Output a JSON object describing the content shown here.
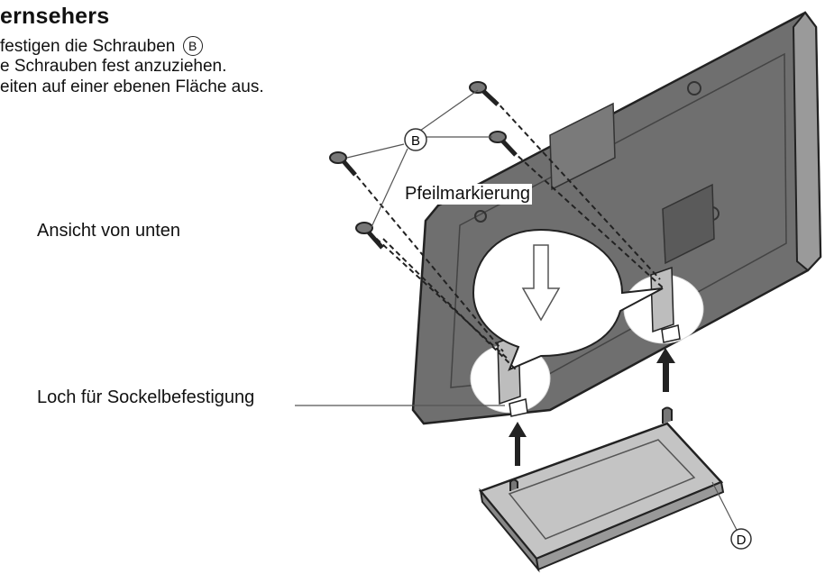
{
  "heading": {
    "title": "ernsehers",
    "line1": "festigen die Schrauben",
    "line1_marker": "B",
    "line2": "e Schrauben fest anzuziehen.",
    "line3": "eiten auf einer ebenen Fläche aus."
  },
  "diagram": {
    "callout_b": "B",
    "callout_d": "D",
    "view_label": "Ansicht von unten",
    "arrow_label": "Pfeilmarkierung",
    "hole_label": "Loch für Sockelbefestigung"
  }
}
